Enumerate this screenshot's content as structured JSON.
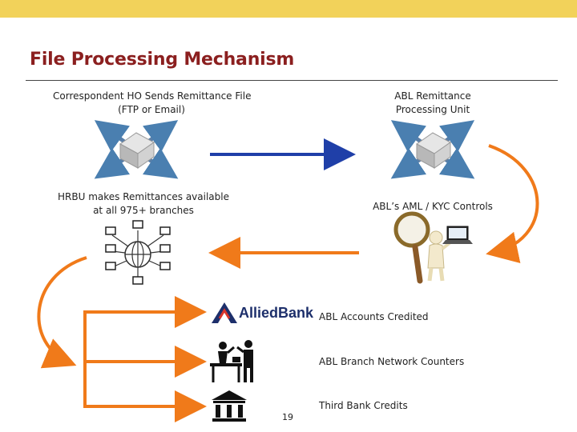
{
  "slide": {
    "title": "File Processing Mechanism",
    "page_number": "19"
  },
  "nodes": {
    "correspondent": {
      "line1": "Correspondent HO Sends Remittance File",
      "line2": "(FTP or Email)",
      "icon": "server-hub-icon"
    },
    "abl_unit": {
      "line1": "ABL Remittance",
      "line2": "Processing Unit",
      "icon": "server-hub-icon"
    },
    "hrbu": {
      "line1": "HRBU makes Remittances available",
      "line2": "at all 975+ branches",
      "icon": "branch-network-icon"
    },
    "aml": {
      "label": "ABL’s AML / KYC Controls",
      "icon": "magnifier-figure-icon"
    },
    "accounts": {
      "label": "ABL Accounts Credited",
      "logo_text": "AlliedBank",
      "icon": "allied-bank-logo"
    },
    "counters": {
      "label": "ABL Branch Network Counters",
      "icon": "counter-staff-icon"
    },
    "third_bank": {
      "label": "Third Bank Credits",
      "icon": "bank-building-icon"
    }
  },
  "colors": {
    "accent_bar": "#f2d25a",
    "title": "#8b1f1f",
    "arrow_blue": "#1f3fa8",
    "arrow_orange": "#f07a1a"
  }
}
